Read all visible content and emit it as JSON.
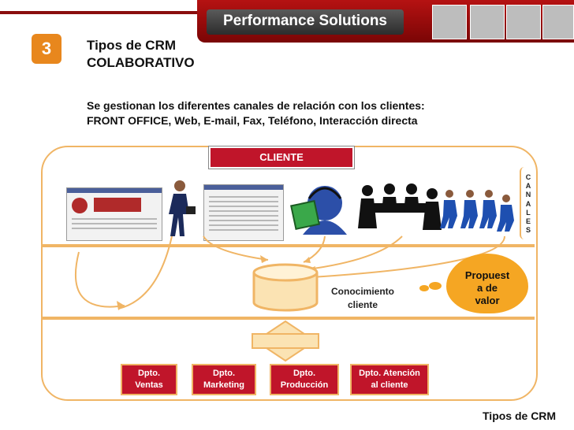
{
  "header": {
    "banner_title": "Performance Solutions"
  },
  "slide": {
    "number": "3",
    "title_line1": "Tipos de CRM",
    "title_line2": "COLABORATIVO",
    "description_line1": "Se gestionan los diferentes canales de relación con los clientes:",
    "description_line2": "FRONT OFFICE, Web, E-mail, Fax, Teléfono, Interacción directa"
  },
  "diagram": {
    "cliente_label": "CLIENTE",
    "canales_letters": [
      "C",
      "A",
      "N",
      "A",
      "L",
      "E",
      "S"
    ],
    "propuesta_lines": [
      "Propuest",
      "a de",
      "valor"
    ],
    "conocimiento_lines": [
      "Conocimiento",
      "cliente"
    ],
    "departments": [
      {
        "line1": "Dpto.",
        "line2": "Ventas"
      },
      {
        "line1": "Dpto.",
        "line2": "Marketing"
      },
      {
        "line1": "Dpto.",
        "line2": "Producción"
      },
      {
        "line1": "Dpto. Atención",
        "line2": "al cliente"
      }
    ]
  },
  "footer": {
    "label": "Tipos de CRM"
  },
  "colors": {
    "accent_red": "#c0152a",
    "frame_orange": "#f0b565",
    "cloud_orange": "#f5a623",
    "number_orange": "#e8871d"
  }
}
